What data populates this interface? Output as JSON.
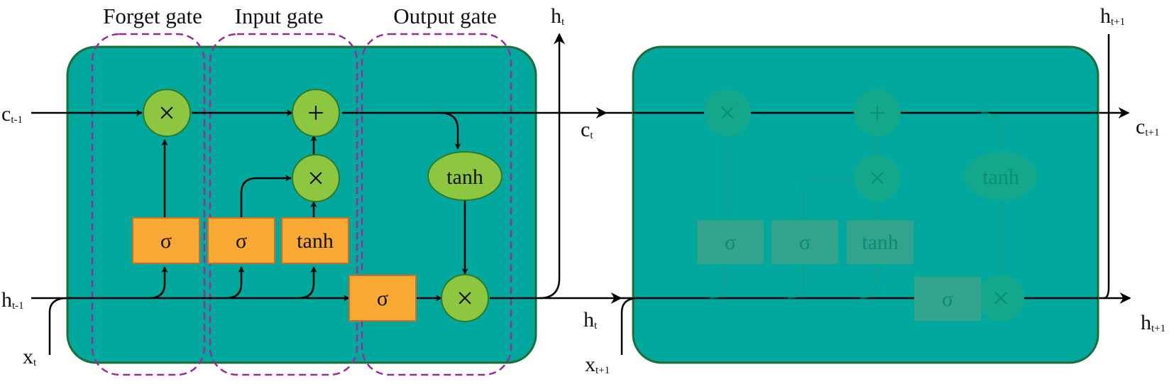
{
  "gate_labels": {
    "forget": "Forget gate",
    "input": "Input gate",
    "output": "Output gate"
  },
  "symbols": {
    "sigma": "σ",
    "tanh": "tanh",
    "multiply": "×",
    "add": "+"
  },
  "variables": {
    "c_prev": {
      "base": "c",
      "sub": "t-1"
    },
    "c_t": {
      "base": "c",
      "sub": "t"
    },
    "c_next": {
      "base": "c",
      "sub": "t+1"
    },
    "h_prev": {
      "base": "h",
      "sub": "t-1"
    },
    "h_t": {
      "base": "h",
      "sub": "t"
    },
    "h_next": {
      "base": "h",
      "sub": "t+1"
    },
    "x_t": {
      "base": "x",
      "sub": "t"
    },
    "x_next": {
      "base": "x",
      "sub": "t+1"
    }
  },
  "colors": {
    "cell_fill": "#00a89d",
    "cell_border": "#1e6e3a",
    "op_circle": "#8dc63f",
    "sigma_box": "#f7a934",
    "dashed_gate": "#9b2a9c",
    "arrow": "#000000",
    "faded_circle": "#14a88a",
    "faded_box": "#33a38d",
    "faded_text": "#0d8c74"
  }
}
